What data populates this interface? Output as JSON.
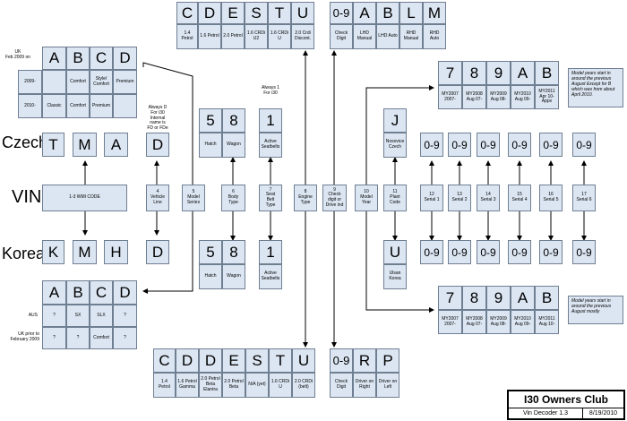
{
  "top_engine": {
    "letters": [
      "C",
      "D",
      "E",
      "S",
      "T",
      "U"
    ],
    "labels": [
      "1.4 Petrol",
      "1.6 Petrol",
      "2.0 Petrol",
      "1.6 CRDi U2",
      "1.6 CRDi U",
      "2.0 Crdi Discont."
    ]
  },
  "top_check": {
    "letters": [
      "0-9",
      "A",
      "B",
      "L",
      "M"
    ],
    "labels": [
      "Check Digit",
      "LHD Manual",
      "LHD Auto",
      "RHD Manual",
      "RHD Auto"
    ]
  },
  "uk_table": {
    "header": "UK\nFeb 2009 on",
    "letters": [
      "A",
      "B",
      "C",
      "D"
    ],
    "rows": [
      {
        "label": "2009-",
        "cells": [
          "",
          "Comfort",
          "Style/ Comfort",
          "Premium"
        ]
      },
      {
        "label": "2010-",
        "cells": [
          "Classic",
          "Comfort",
          "Premium",
          ""
        ]
      }
    ]
  },
  "aus_table": {
    "letters": [
      "A",
      "B",
      "C",
      "D"
    ],
    "rows": [
      {
        "label": "AUS",
        "cells": [
          "?",
          "SX",
          "SLX",
          "?"
        ]
      },
      {
        "label": "UK prior to\nFebruary 2009",
        "cells": [
          "?",
          "?",
          "Comfort",
          "?"
        ]
      }
    ]
  },
  "rows": {
    "czech": {
      "label": "Czech",
      "letters": [
        "T",
        "M",
        "A"
      ],
      "d": "D"
    },
    "vin": {
      "label": "VIN",
      "wmi": "1-3 WMI CODE"
    },
    "korea": {
      "label": "Korea",
      "letters": [
        "K",
        "M",
        "H"
      ],
      "d": "D"
    }
  },
  "always_d": "Always D\nFor i30\nInternal\nname is\nFD or FDe",
  "always_1": "Always 1\nFor i30",
  "vin_positions": [
    "4\nVehicle\nLine",
    "5\nModel\nSeries",
    "6\nBody\nType",
    "7\nSeat\nBelt\nType",
    "8\nEngine\nType",
    "9\nCheck\ndigit or\nDrive ind",
    "10\nModel\nYear",
    "11\nPlant\nCode",
    "12\nSerial 1",
    "13\nSerial 2",
    "14\nSerial 3",
    "15\nSerial 4",
    "16\nSerial 5",
    "17\nSerial 6"
  ],
  "body_czech": {
    "letters": [
      "5",
      "8"
    ],
    "labels": [
      "Hatch",
      "Wagon"
    ]
  },
  "body_korea": {
    "letters": [
      "5",
      "8"
    ],
    "labels": [
      "Hatch",
      "Wagon"
    ]
  },
  "belt_czech": {
    "letter": "1",
    "label": "Active\nSeatbelts"
  },
  "belt_korea": {
    "letter": "1",
    "label": "Active\nSeatbelts"
  },
  "plant_czech": {
    "letter": "J",
    "label": "Nosovice\nCzech"
  },
  "plant_korea": {
    "letter": "U",
    "label": "Ulsan\nKorea"
  },
  "serial_value": "0-9",
  "year_czech": {
    "letters": [
      "7",
      "8",
      "9",
      "A",
      "B"
    ],
    "labels": [
      "MY2007\n2007-",
      "MY2008\nAug 07-",
      "MY2009\nAug 08-",
      "MY2010\nAug 09-",
      "MY2011\nApr 10-\nAppx"
    ],
    "note": "Model years start in around the previous August Except for B which was from about April 2010."
  },
  "year_korea": {
    "letters": [
      "7",
      "8",
      "9",
      "A",
      "B"
    ],
    "labels": [
      "MY2007\n2007-",
      "MY2008\nAug 07-",
      "MY2009\nAug 08-",
      "MY2010\nAug 09-",
      "MY2011\nAug 10-"
    ],
    "note": "Model years start in around the previous August mostly"
  },
  "bottom_engine": {
    "letters": [
      "C",
      "D",
      "D",
      "E",
      "S",
      "T",
      "U"
    ],
    "labels": [
      "1.4 Petrol",
      "1.6 Petrol Gamma",
      "2.0 Petrol Beta Elantra",
      "2.0 Petrol Beta",
      "N/A (yet)",
      "1.6 CRDi U",
      "2.0 CRDi (belt)"
    ]
  },
  "bottom_check": {
    "letters": [
      "0-9",
      "R",
      "P"
    ],
    "labels": [
      "Check Digit",
      "Driver on Right",
      "Driver on Left"
    ]
  },
  "title_box": {
    "title": "I30 Owners Club",
    "subtitle": "Vin Decoder 1.3",
    "date": "8/19/2010"
  }
}
